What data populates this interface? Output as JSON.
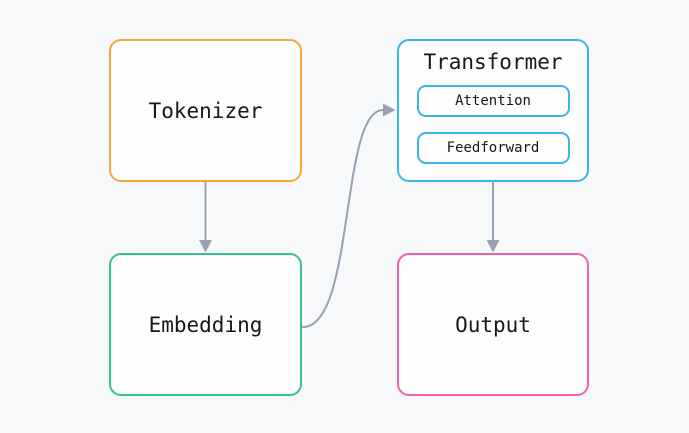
{
  "colors": {
    "background": "#f7f8f9",
    "node_fill": "#fdfdfe",
    "text": "#16181d",
    "tokenizer": "#f5a73e",
    "embedding": "#38c08e",
    "transformer": "#3cb4e7",
    "output": "#ee5fb1",
    "arrow": "#99a2b2"
  },
  "nodes": {
    "tokenizer": {
      "label": "Tokenizer"
    },
    "embedding": {
      "label": "Embedding"
    },
    "transformer": {
      "label": "Transformer",
      "children": {
        "attention": {
          "label": "Attention"
        },
        "feedforward": {
          "label": "Feedforward"
        }
      }
    },
    "output": {
      "label": "Output"
    }
  },
  "edges": [
    {
      "from": "tokenizer",
      "to": "embedding",
      "shape": "straight-down"
    },
    {
      "from": "embedding",
      "to": "transformer",
      "shape": "s-curve"
    },
    {
      "from": "transformer",
      "to": "output",
      "shape": "straight-down"
    }
  ]
}
